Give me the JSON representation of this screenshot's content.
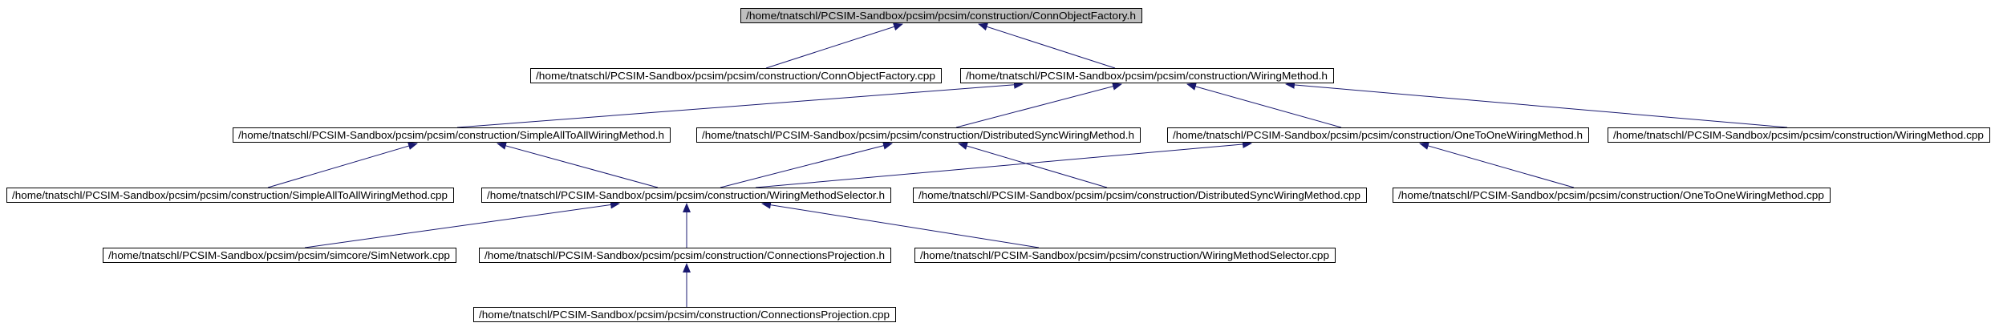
{
  "graph": {
    "root_fill": "#bfbfbf",
    "node_fill": "#ffffff",
    "stroke": "#000000",
    "edge_color": "#191970",
    "nodes": [
      {
        "id": "conn_object_factory_h",
        "label": "/home/tnatschl/PCSIM-Sandbox/pcsim/pcsim/construction/ConnObjectFactory.h",
        "root": true
      },
      {
        "id": "conn_object_factory_cpp",
        "label": "/home/tnatschl/PCSIM-Sandbox/pcsim/pcsim/construction/ConnObjectFactory.cpp"
      },
      {
        "id": "wiring_method_h",
        "label": "/home/tnatschl/PCSIM-Sandbox/pcsim/pcsim/construction/WiringMethod.h"
      },
      {
        "id": "simple_all_to_all_h",
        "label": "/home/tnatschl/PCSIM-Sandbox/pcsim/pcsim/construction/SimpleAllToAllWiringMethod.h"
      },
      {
        "id": "distributed_sync_h",
        "label": "/home/tnatschl/PCSIM-Sandbox/pcsim/pcsim/construction/DistributedSyncWiringMethod.h"
      },
      {
        "id": "one_to_one_h",
        "label": "/home/tnatschl/PCSIM-Sandbox/pcsim/pcsim/construction/OneToOneWiringMethod.h"
      },
      {
        "id": "wiring_method_cpp",
        "label": "/home/tnatschl/PCSIM-Sandbox/pcsim/pcsim/construction/WiringMethod.cpp"
      },
      {
        "id": "simple_all_to_all_cpp",
        "label": "/home/tnatschl/PCSIM-Sandbox/pcsim/pcsim/construction/SimpleAllToAllWiringMethod.cpp"
      },
      {
        "id": "wiring_method_selector_h",
        "label": "/home/tnatschl/PCSIM-Sandbox/pcsim/pcsim/construction/WiringMethodSelector.h"
      },
      {
        "id": "distributed_sync_cpp",
        "label": "/home/tnatschl/PCSIM-Sandbox/pcsim/pcsim/construction/DistributedSyncWiringMethod.cpp"
      },
      {
        "id": "one_to_one_cpp",
        "label": "/home/tnatschl/PCSIM-Sandbox/pcsim/pcsim/construction/OneToOneWiringMethod.cpp"
      },
      {
        "id": "sim_network_cpp",
        "label": "/home/tnatschl/PCSIM-Sandbox/pcsim/pcsim/simcore/SimNetwork.cpp"
      },
      {
        "id": "connections_projection_h",
        "label": "/home/tnatschl/PCSIM-Sandbox/pcsim/pcsim/construction/ConnectionsProjection.h"
      },
      {
        "id": "wiring_method_selector_cpp",
        "label": "/home/tnatschl/PCSIM-Sandbox/pcsim/pcsim/construction/WiringMethodSelector.cpp"
      },
      {
        "id": "connections_projection_cpp",
        "label": "/home/tnatschl/PCSIM-Sandbox/pcsim/pcsim/construction/ConnectionsProjection.cpp"
      }
    ],
    "edges": [
      {
        "from": "conn_object_factory_cpp",
        "to": "conn_object_factory_h"
      },
      {
        "from": "wiring_method_h",
        "to": "conn_object_factory_h"
      },
      {
        "from": "simple_all_to_all_h",
        "to": "wiring_method_h"
      },
      {
        "from": "distributed_sync_h",
        "to": "wiring_method_h"
      },
      {
        "from": "one_to_one_h",
        "to": "wiring_method_h"
      },
      {
        "from": "wiring_method_cpp",
        "to": "wiring_method_h"
      },
      {
        "from": "simple_all_to_all_cpp",
        "to": "simple_all_to_all_h"
      },
      {
        "from": "wiring_method_selector_h",
        "to": "simple_all_to_all_h"
      },
      {
        "from": "wiring_method_selector_h",
        "to": "distributed_sync_h"
      },
      {
        "from": "distributed_sync_cpp",
        "to": "distributed_sync_h"
      },
      {
        "from": "wiring_method_selector_h",
        "to": "one_to_one_h"
      },
      {
        "from": "one_to_one_cpp",
        "to": "one_to_one_h"
      },
      {
        "from": "sim_network_cpp",
        "to": "wiring_method_selector_h"
      },
      {
        "from": "connections_projection_h",
        "to": "wiring_method_selector_h"
      },
      {
        "from": "wiring_method_selector_cpp",
        "to": "wiring_method_selector_h"
      },
      {
        "from": "connections_projection_cpp",
        "to": "connections_projection_h"
      }
    ]
  }
}
